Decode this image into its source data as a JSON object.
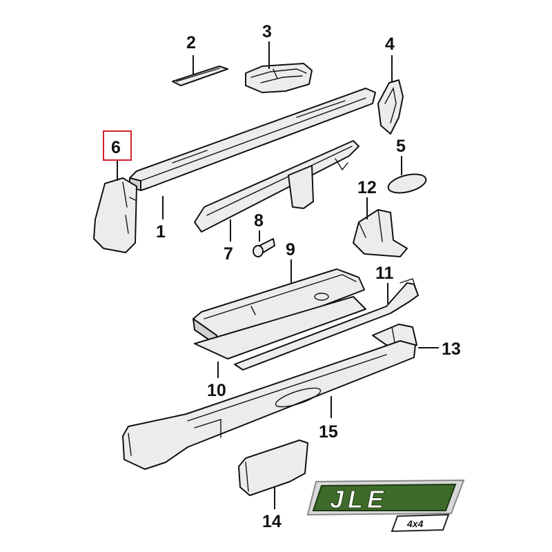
{
  "diagram": {
    "callouts": [
      {
        "id": "1",
        "label": "1"
      },
      {
        "id": "2",
        "label": "2"
      },
      {
        "id": "3",
        "label": "3"
      },
      {
        "id": "4",
        "label": "4"
      },
      {
        "id": "5",
        "label": "5"
      },
      {
        "id": "6",
        "label": "6",
        "highlighted": true
      },
      {
        "id": "7",
        "label": "7"
      },
      {
        "id": "8",
        "label": "8"
      },
      {
        "id": "9",
        "label": "9"
      },
      {
        "id": "10",
        "label": "10"
      },
      {
        "id": "11",
        "label": "11"
      },
      {
        "id": "12",
        "label": "12"
      },
      {
        "id": "13",
        "label": "13"
      },
      {
        "id": "14",
        "label": "14"
      },
      {
        "id": "15",
        "label": "15"
      }
    ],
    "highlight_color": "#d21f2b",
    "line_color": "#111111"
  },
  "logo": {
    "text": "JLE",
    "subtext": "4x4",
    "background_color": "#3f6b2a",
    "frame_color": "#d9d9d9"
  }
}
